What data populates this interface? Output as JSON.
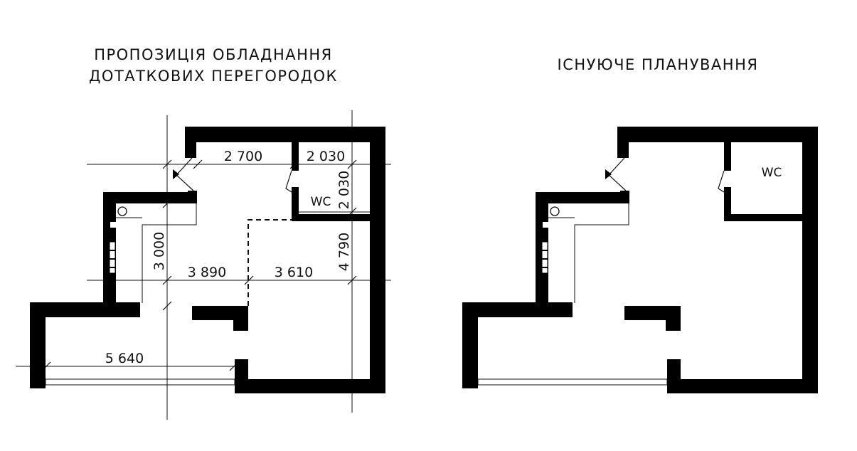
{
  "proposal": {
    "title_line1": "ПРОПОЗИЦІЯ ОБЛАДНАННЯ",
    "title_line2": "ДОТАТКОВИХ ПЕРЕГОРОДОК",
    "wc_label": "WC",
    "dimensions": {
      "top_width": "2 700",
      "wc_width": "2 030",
      "wc_depth": "2 030",
      "left_depth": "3 000",
      "middle_left": "3 890",
      "middle_right": "3 610",
      "right_depth": "4 790",
      "bottom_width": "5 640"
    }
  },
  "existing": {
    "title": "ІСНУЮЧЕ ПЛАНУВАННЯ",
    "wc_label": "WC"
  }
}
